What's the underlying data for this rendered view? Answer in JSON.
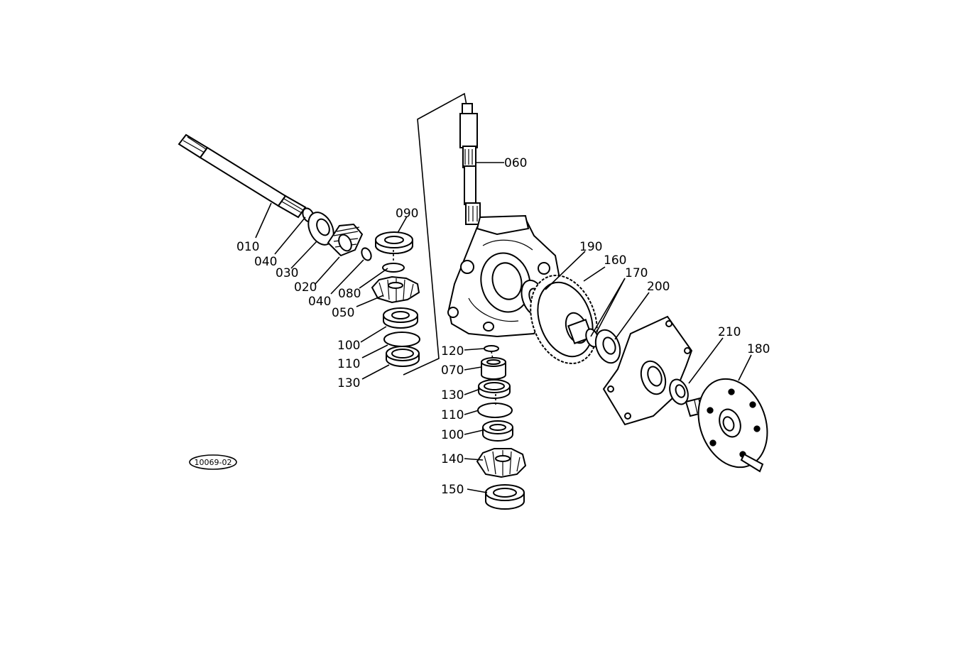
{
  "reference_code": "10069-02",
  "parts": [
    {
      "id": "p010",
      "label": "010"
    },
    {
      "id": "p040a",
      "label": "040"
    },
    {
      "id": "p030",
      "label": "030"
    },
    {
      "id": "p020",
      "label": "020"
    },
    {
      "id": "p040b",
      "label": "040"
    },
    {
      "id": "p080",
      "label": "080"
    },
    {
      "id": "p050",
      "label": "050"
    },
    {
      "id": "p090",
      "label": "090"
    },
    {
      "id": "p100a",
      "label": "100"
    },
    {
      "id": "p110a",
      "label": "110"
    },
    {
      "id": "p130a",
      "label": "130"
    },
    {
      "id": "p060",
      "label": "060"
    },
    {
      "id": "p120",
      "label": "120"
    },
    {
      "id": "p070",
      "label": "070"
    },
    {
      "id": "p130b",
      "label": "130"
    },
    {
      "id": "p110b",
      "label": "110"
    },
    {
      "id": "p100b",
      "label": "100"
    },
    {
      "id": "p140",
      "label": "140"
    },
    {
      "id": "p150",
      "label": "150"
    },
    {
      "id": "p190",
      "label": "190"
    },
    {
      "id": "p160",
      "label": "160"
    },
    {
      "id": "p170",
      "label": "170"
    },
    {
      "id": "p200",
      "label": "200"
    },
    {
      "id": "p210",
      "label": "210"
    },
    {
      "id": "p180",
      "label": "180"
    }
  ]
}
